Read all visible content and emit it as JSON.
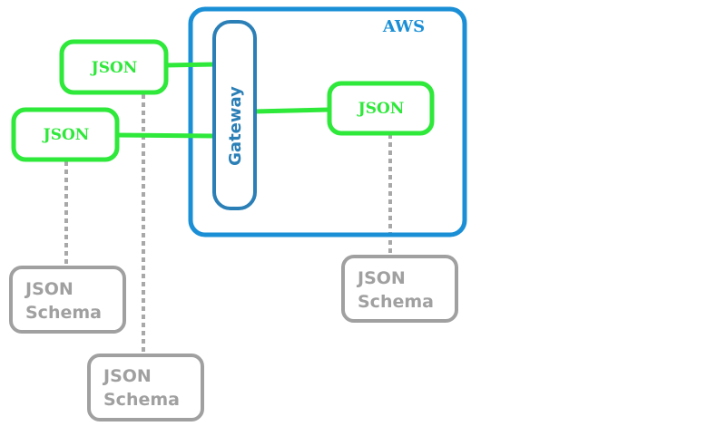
{
  "colors": {
    "aws_blue": "#1a8fd6",
    "gateway_blue": "#2a7fb6",
    "json_green": "#2ee83a",
    "schema_gray": "#a0a0a0",
    "connector_gray": "#a8a8a8"
  },
  "aws": {
    "label": "AWS"
  },
  "gateway": {
    "label": "Gateway"
  },
  "json_nodes": [
    {
      "label": "JSON"
    },
    {
      "label": "JSON"
    },
    {
      "label": "JSON"
    }
  ],
  "schema_nodes": [
    {
      "line1": "JSON",
      "line2": "Schema"
    },
    {
      "line1": "JSON",
      "line2": "Schema"
    },
    {
      "line1": "JSON",
      "line2": "Schema"
    }
  ]
}
